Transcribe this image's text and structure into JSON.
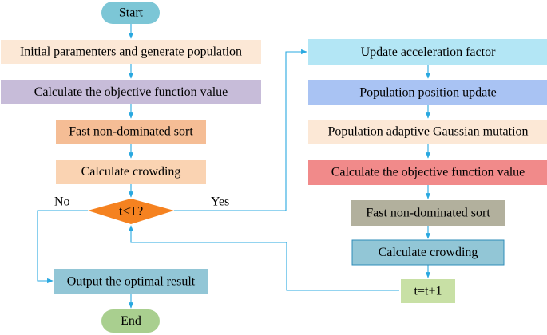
{
  "nodes": {
    "start": {
      "label": "Start",
      "fill": "#7cc6d6"
    },
    "init": {
      "label": "Initial paramenters and generate  population",
      "fill": "#fce8d6"
    },
    "calc_obj_left": {
      "label": "Calculate the objective function value",
      "fill": "#c7bcd9"
    },
    "sort_left": {
      "label": "Fast non-dominated sort",
      "fill": "#f5bd95"
    },
    "crowd_left": {
      "label": "Calculate crowding",
      "fill": "#fad3b2"
    },
    "decision": {
      "label": "t<T?",
      "fill": "#f58220"
    },
    "output": {
      "label": "Output the optimal result",
      "fill": "#92c6d6"
    },
    "end": {
      "label": "End",
      "fill": "#a9cf8f"
    },
    "update_acc": {
      "label": "Update acceleration factor",
      "fill": "#b3e6f5"
    },
    "pos_update": {
      "label": "Population position update",
      "fill": "#a9c3f3"
    },
    "gauss": {
      "label": "Population adaptive Gaussian mutation",
      "fill": "#fce8d6"
    },
    "calc_obj_right": {
      "label": "Calculate the objective function value",
      "fill": "#f18a8a"
    },
    "sort_right": {
      "label": "Fast non-dominated sort",
      "fill": "#b2b09d"
    },
    "crowd_right": {
      "label": "Calculate crowding",
      "fill": "#92c6d6"
    },
    "increment": {
      "label": "t=t+1",
      "fill": "#c8e0a5"
    }
  },
  "edges": {
    "no_label": "No",
    "yes_label": "Yes",
    "line_color": "#29a8e0"
  }
}
